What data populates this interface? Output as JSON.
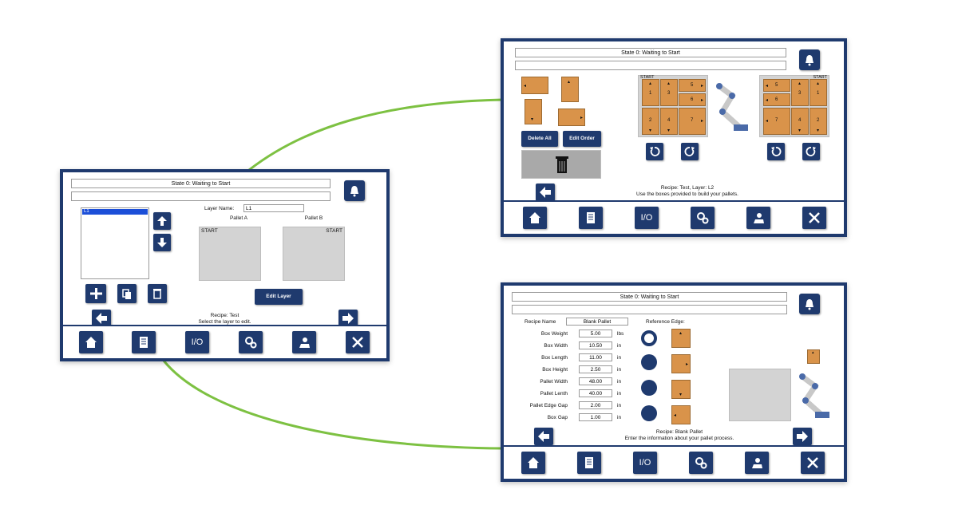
{
  "colors": {
    "frame": "#1f3a6e",
    "box": "#d9934a",
    "pallet": "#d3d3d3",
    "connector": "#7dc142",
    "selection": "#1c4fd8"
  },
  "nav": {
    "io_label": "I/O",
    "icons": [
      "home-icon",
      "recipe-icon",
      "io",
      "gear-icon",
      "user-icon",
      "close-icon"
    ]
  },
  "layer_screen": {
    "state": "State 0: Waiting to Start",
    "layer_name_label": "Layer Name:",
    "layer_name_value": "L1",
    "layers": [
      "L1"
    ],
    "pallet_a_label": "Pallet A",
    "pallet_b_label": "Pallet B",
    "start_label": "START",
    "edit_layer_label": "Edit Layer",
    "recipe_line": "Recipe: Test",
    "hint": "Select the layer to edit."
  },
  "build_screen": {
    "state": "State 0: Waiting to Start",
    "delete_all_label": "Delete All",
    "edit_order_label": "Edit Order",
    "start_label": "START",
    "pallet_a_numbers": [
      "1",
      "5",
      "3",
      "6",
      "2",
      "4",
      "7"
    ],
    "pallet_b_numbers": [
      "5",
      "3",
      "1",
      "6",
      "7",
      "4",
      "2"
    ],
    "recipe_line": "Recipe: Test, Layer: L2",
    "hint": "Use the boxes provided to build your pallets."
  },
  "recipe_screen": {
    "state": "State 0: Waiting to Start",
    "recipe_name_label": "Recipe Name",
    "recipe_name_value": "Blank Pallet",
    "reference_edge_label": "Reference Edge:",
    "fields": [
      {
        "label": "Box Weight",
        "value": "5.00",
        "unit": "lbs"
      },
      {
        "label": "Box Width",
        "value": "10.50",
        "unit": "in"
      },
      {
        "label": "Box Length",
        "value": "11.00",
        "unit": "in"
      },
      {
        "label": "Box Height",
        "value": "2.50",
        "unit": "in"
      },
      {
        "label": "Pallet Width",
        "value": "48.00",
        "unit": "in"
      },
      {
        "label": "Pallet Lenth",
        "value": "40.00",
        "unit": "in"
      },
      {
        "label": "Pallet Edge Gap",
        "value": "2.00",
        "unit": "in"
      },
      {
        "label": "Box Gap",
        "value": "1.00",
        "unit": "in"
      }
    ],
    "recipe_line": "Recipe: Blank Pallet",
    "hint": "Enter the information about your pallet process."
  }
}
